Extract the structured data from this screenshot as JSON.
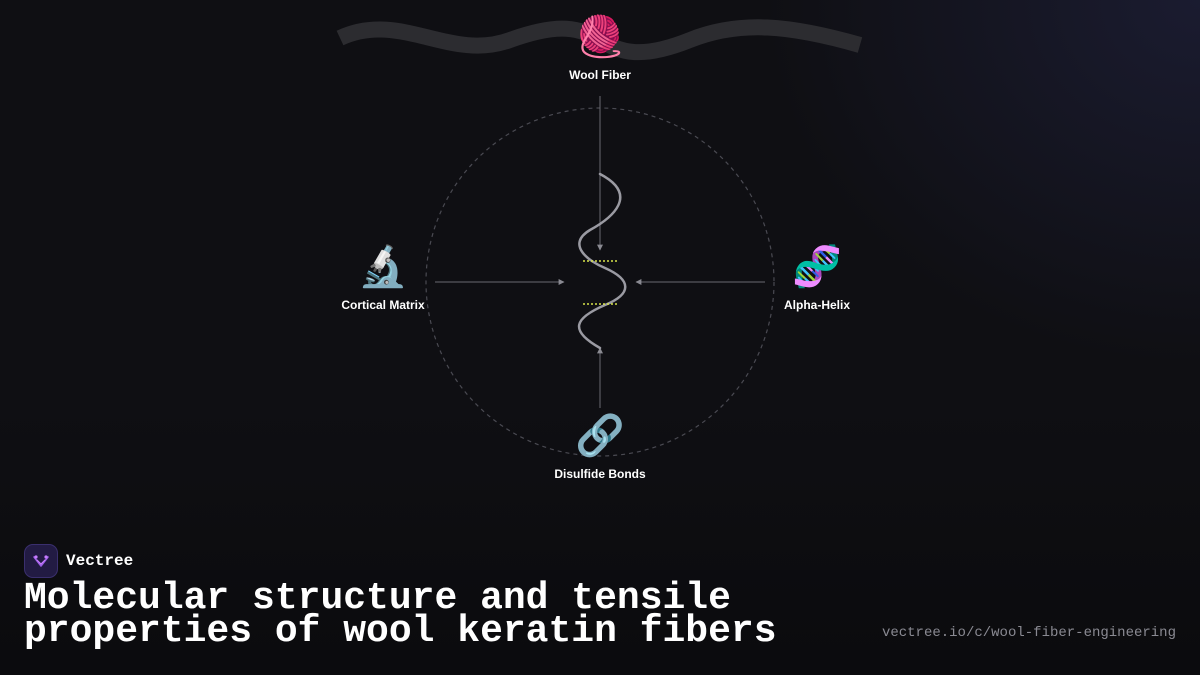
{
  "diagram": {
    "nodes": {
      "top": {
        "icon": "yarn-ball-icon",
        "glyph": "🧶",
        "label": "Wool Fiber"
      },
      "left": {
        "icon": "microscope-icon",
        "glyph": "🔬",
        "label": "Cortical Matrix"
      },
      "right": {
        "icon": "dna-icon",
        "glyph": "🧬",
        "label": "Alpha-Helix"
      },
      "bottom": {
        "icon": "link-icon",
        "glyph": "🔗",
        "label": "Disulfide Bonds"
      }
    },
    "colors": {
      "orbit": "#4a4a52",
      "connector": "#6a6a72",
      "helix": "#9a9aa2",
      "bond": "#d7e34a",
      "wave": "#2c2c30"
    }
  },
  "brand": {
    "name": "Vectree",
    "logo_icon": "vectree-logo-icon",
    "accent": "#9b5de5"
  },
  "title": "Molecular structure and tensile properties of wool keratin fibers",
  "url": "vectree.io/c/wool-fiber-engineering"
}
